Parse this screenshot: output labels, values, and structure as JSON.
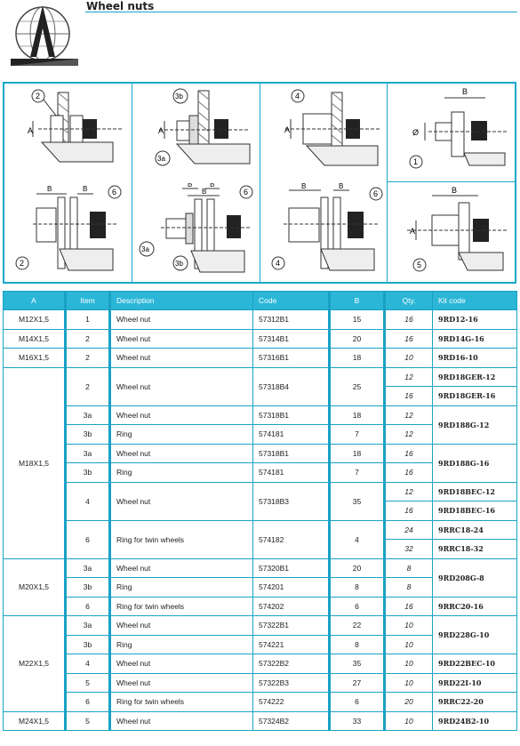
{
  "page": {
    "title": "Wheel nuts"
  },
  "table": {
    "headers": {
      "a": "A",
      "item": "Item",
      "description": "Description",
      "code": "Code",
      "b": "B",
      "qty": "Qty.",
      "kit": "Kit code"
    },
    "groups": {
      "m12": {
        "a": "M12X1,5",
        "item": "1",
        "desc": "Wheel nut",
        "code": "57312B1",
        "b": "15",
        "qty": "16",
        "kit": "9RD12-16"
      },
      "m14": {
        "a": "M14X1,5",
        "item": "2",
        "desc": "Wheel nut",
        "code": "57314B1",
        "b": "20",
        "qty": "16",
        "kit": "9RD14G-16"
      },
      "m16": {
        "a": "M16X1,5",
        "item": "2",
        "desc": "Wheel nut",
        "code": "57316B1",
        "b": "18",
        "qty": "10",
        "kit": "9RD16-10"
      },
      "m18": {
        "a": "M18X1,5",
        "r1": {
          "item": "2",
          "desc": "Wheel nut",
          "code": "57318B4",
          "b": "25",
          "qty1": "12",
          "kit1": "9RD18GER-12",
          "qty2": "16",
          "kit2": "9RD18GER-16"
        },
        "r2": {
          "item": "3a",
          "desc": "Wheel nut",
          "code": "57318B1",
          "b": "18",
          "qty": "12"
        },
        "r3": {
          "item": "3b",
          "desc": "Ring",
          "code": "574181",
          "b": "7",
          "qty": "12",
          "kit": "9RD188G-12"
        },
        "r4": {
          "item": "3a",
          "desc": "Wheel nut",
          "code": "57318B1",
          "b": "18",
          "qty": "16"
        },
        "r5": {
          "item": "3b",
          "desc": "Ring",
          "code": "574181",
          "b": "7",
          "qty": "16",
          "kit": "9RD188G-16"
        },
        "r6": {
          "item": "4",
          "desc": "Wheel nut",
          "code": "57318B3",
          "b": "35",
          "qty1": "12",
          "kit1": "9RD18BEC-12",
          "qty2": "16",
          "kit2": "9RD18BEC-16"
        },
        "r7": {
          "item": "6",
          "desc": "Ring for twin wheels",
          "code": "574182",
          "b": "4",
          "qty1": "24",
          "kit1": "9RRC18-24",
          "qty2": "32",
          "kit2": "9RRC18-32"
        }
      },
      "m20": {
        "a": "M20X1,5",
        "r1": {
          "item": "3a",
          "desc": "Wheel nut",
          "code": "57320B1",
          "b": "20",
          "qty": "8"
        },
        "r2": {
          "item": "3b",
          "desc": "Ring",
          "code": "574201",
          "b": "8",
          "qty": "8",
          "kit": "9RD208G-8"
        },
        "r3": {
          "item": "6",
          "desc": "Ring for twin wheels",
          "code": "574202",
          "b": "6",
          "qty": "16",
          "kit": "9RRC20-16"
        }
      },
      "m22": {
        "a": "M22X1,5",
        "r1": {
          "item": "3a",
          "desc": "Wheel nut",
          "code": "57322B1",
          "b": "22",
          "qty": "10"
        },
        "r2": {
          "item": "3b",
          "desc": "Ring",
          "code": "574221",
          "b": "8",
          "qty": "10",
          "kit": "9RD228G-10"
        },
        "r3": {
          "item": "4",
          "desc": "Wheel nut",
          "code": "57322B2",
          "b": "35",
          "qty": "10",
          "kit": "9RD22BEC-10"
        },
        "r4": {
          "item": "5",
          "desc": "Wheel nut",
          "code": "57322B3",
          "b": "27",
          "qty": "10",
          "kit": "9RD22I-10"
        },
        "r5": {
          "item": "6",
          "desc": "Ring for twin wheels",
          "code": "574222",
          "b": "6",
          "qty": "20",
          "kit": "9RRC22-20"
        }
      },
      "m24": {
        "a": "M24X1,5",
        "item": "5",
        "desc": "Wheel nut",
        "code": "57324B2",
        "b": "33",
        "qty": "10",
        "kit": "9RD24B2-10"
      }
    }
  },
  "diagrams": {
    "dim_a": "A",
    "dim_b": "B",
    "callout_1": "1",
    "callout_2": "2",
    "callout_3a": "3a",
    "callout_3b": "3b",
    "callout_4": "4",
    "callout_5": "5",
    "callout_6": "6"
  },
  "colors": {
    "accent": "#19a7c9",
    "header_bg": "#2bb6d7"
  }
}
